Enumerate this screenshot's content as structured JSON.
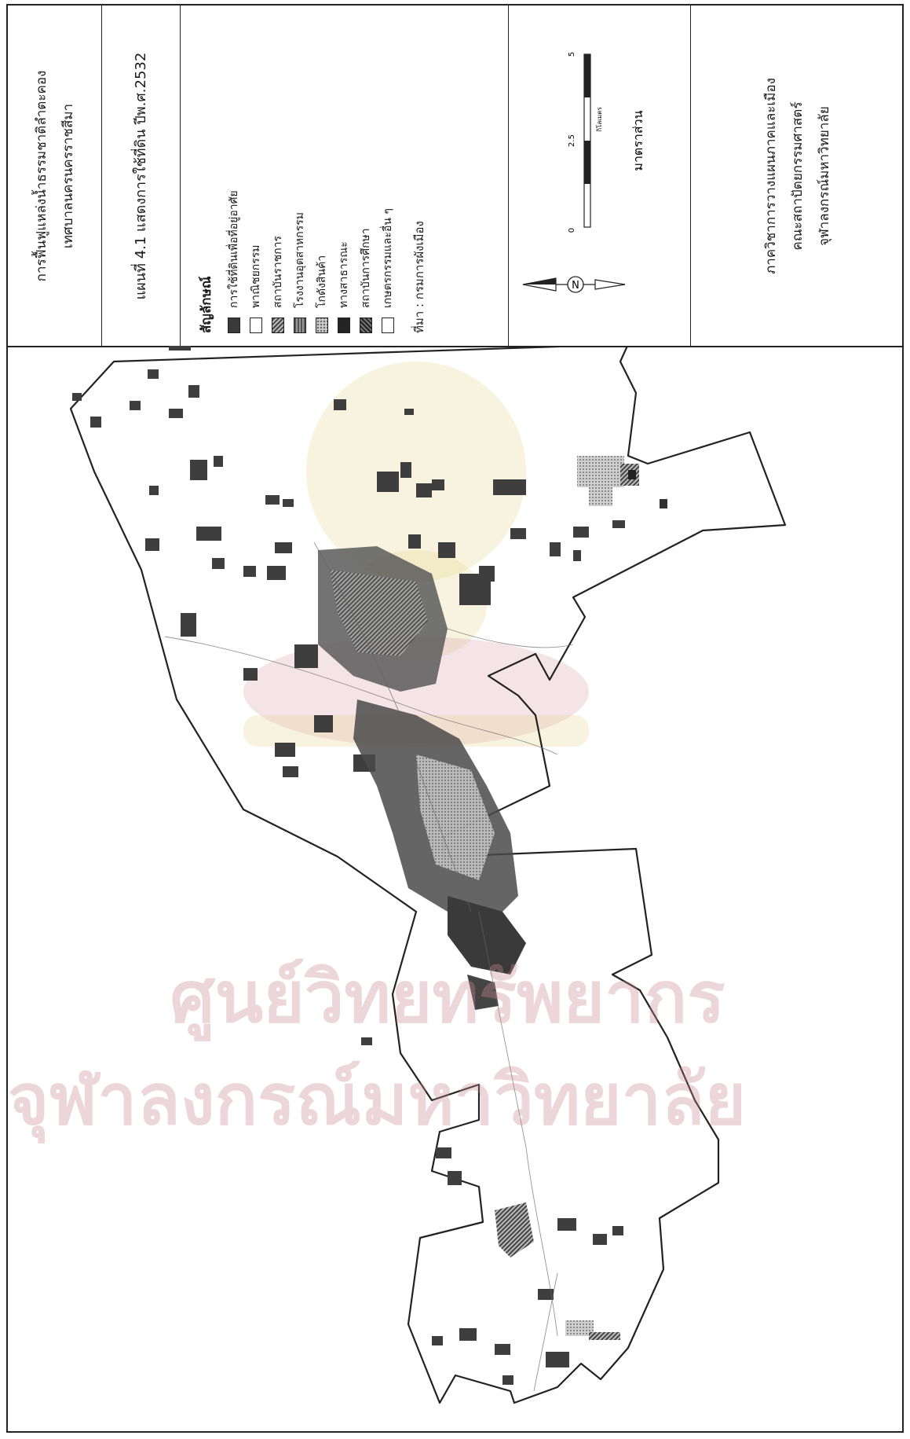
{
  "header": {
    "project_title": [
      "การฟื้นฟูแหล่งน้ำธรรมชาติลำตะคอง",
      "เทศบาลนครนครราชสีมา"
    ],
    "map_title": "แผนที่ 4.1 แสดงการใช้ที่ดิน ปีพ.ศ.2532",
    "legend": {
      "title": "สัญลักษณ์",
      "items": [
        {
          "label": "การใช้ที่ดินเพื่อที่อยู่อาศัย",
          "color": "#3a3a3a",
          "pattern": "dark"
        },
        {
          "label": "พาณิชยกรรม",
          "color": "#ffffff",
          "pattern": "white"
        },
        {
          "label": "สถาบันราชการ",
          "color": "#8a8a8a",
          "pattern": "hatch"
        },
        {
          "label": "โรงงานอุตสาหกรรม",
          "color": "#6c6c6c",
          "pattern": "grey"
        },
        {
          "label": "โกดังสินค้า",
          "color": "#b0b0b0",
          "pattern": "dots"
        },
        {
          "label": "ทางสาธารณะ",
          "color": "#242424",
          "pattern": "black"
        },
        {
          "label": "สถาบันการศึกษา",
          "color": "#4e4e4e",
          "pattern": "darkgrey"
        },
        {
          "label": "เกษตรกรรมและอื่น ๆ",
          "color": "#ffffff",
          "pattern": "white"
        }
      ],
      "source": "ที่มา : กรมการผังเมือง"
    },
    "scale": {
      "title": "มาตราส่วน",
      "ticks": [
        "0",
        "2.5",
        "5"
      ],
      "unit": "กิโลเมตร",
      "north_letter": "N"
    },
    "institution": [
      "ภาควิชาการวางแผนภาคและเมือง",
      "คณะสถาปัตยกรรมศาสตร์",
      "จุฬาลงกรณ์มหาวิทยาลัย"
    ]
  },
  "watermark": {
    "line1": "ศูนย์วิทยทรัพยากร",
    "line2": "จุฬาลงกรณ์มหาวิทยาลัย"
  },
  "colors": {
    "border": "#222222",
    "residential": "#3a3a3a",
    "watermark_gold": "#e6d58a",
    "watermark_pink": "#c98b98"
  }
}
